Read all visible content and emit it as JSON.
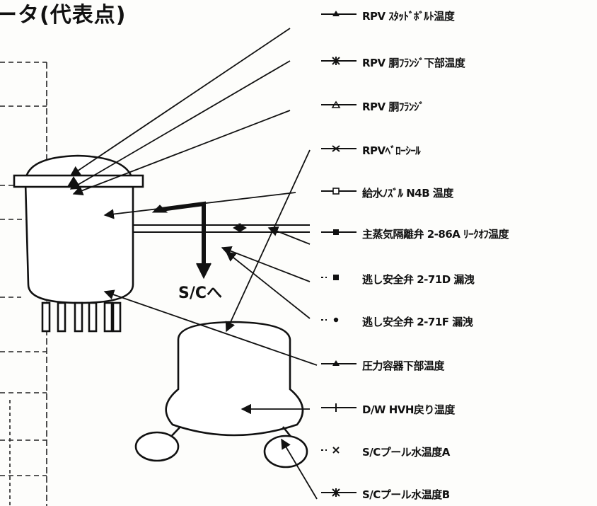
{
  "diagram": {
    "title": "ータ(代表点)",
    "sc_label": "S/Cへ",
    "legend": [
      {
        "id": "rpv-stud-bolt-temp",
        "label": "RPV ｽﾀｯﾄﾞﾎﾞﾙﾄ温度",
        "marker": "filled-triangle"
      },
      {
        "id": "rpv-flange-lower-temp",
        "label": "RPV 胴ﾌﾗﾝｼﾞ下部温度",
        "marker": "asterisk"
      },
      {
        "id": "rpv-flange",
        "label": "RPV 胴ﾌﾗﾝｼﾞ",
        "marker": "open-triangle"
      },
      {
        "id": "rpv-bellows-seal",
        "label": "RPVﾍﾞﾛｰｼｰﾙ",
        "marker": "x-cross"
      },
      {
        "id": "feedwater-nozzle-temp",
        "label": "給水ﾉｽﾞﾙ N4B 温度",
        "marker": "open-square"
      },
      {
        "id": "msiv-leakoff-temp",
        "label": "主蒸気隔離弁 2-86A ﾘｰｸｵﾌ温度",
        "marker": "filled-square"
      },
      {
        "id": "relief-valve-71d",
        "label": "逃し安全弁 2-71D 漏洩",
        "marker": "filled-square"
      },
      {
        "id": "relief-valve-71f",
        "label": "逃し安全弁 2-71F 漏洩",
        "marker": "dot"
      },
      {
        "id": "vessel-bottom-temp",
        "label": "圧力容器下部温度",
        "marker": "filled-triangle"
      },
      {
        "id": "dw-hvh-return-temp",
        "label": "D/W HVH戻り温度",
        "marker": "plus"
      },
      {
        "id": "sc-pool-temp-a",
        "label": "S/Cプール水温度A",
        "marker": "x-only"
      },
      {
        "id": "sc-pool-temp-b",
        "label": "S/Cプール水温度B",
        "marker": "asterisk"
      }
    ]
  },
  "colors": {
    "ink": "#111111",
    "dashed_box": "#222222",
    "paper": "#fdfdfb"
  }
}
